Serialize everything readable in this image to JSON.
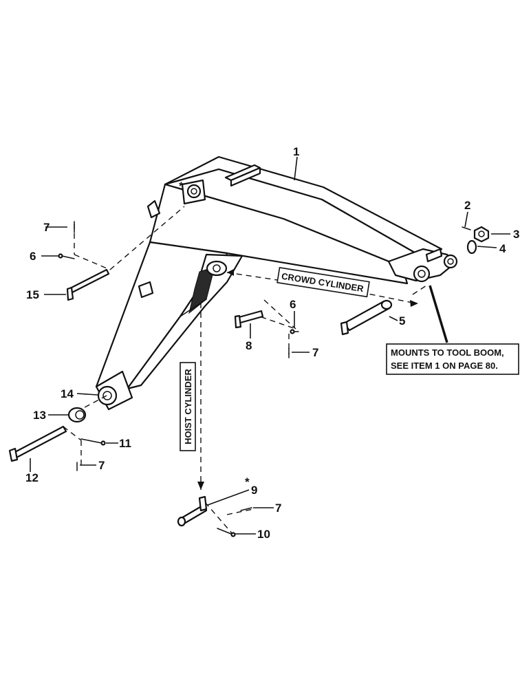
{
  "labels": {
    "crowd_cylinder": "CROWD CYLINDER",
    "hoist_cylinder": "HOIST CYLINDER",
    "mounts_note_line1": "MOUNTS TO TOOL BOOM,",
    "mounts_note_line2": "SEE ITEM 1 ON PAGE 80."
  },
  "callouts": {
    "c1": "1",
    "c2": "2",
    "c3": "3",
    "c4": "4",
    "c5": "5",
    "c6a": "6",
    "c6b": "6",
    "c7a": "7",
    "c7b": "7",
    "c7c": "7",
    "c7d": "7",
    "c8": "8",
    "c9": "9",
    "c9_star": "*",
    "c10": "10",
    "c11": "11",
    "c12": "12",
    "c13": "13",
    "c14": "14",
    "c15": "15",
    "boom_star": "*"
  }
}
